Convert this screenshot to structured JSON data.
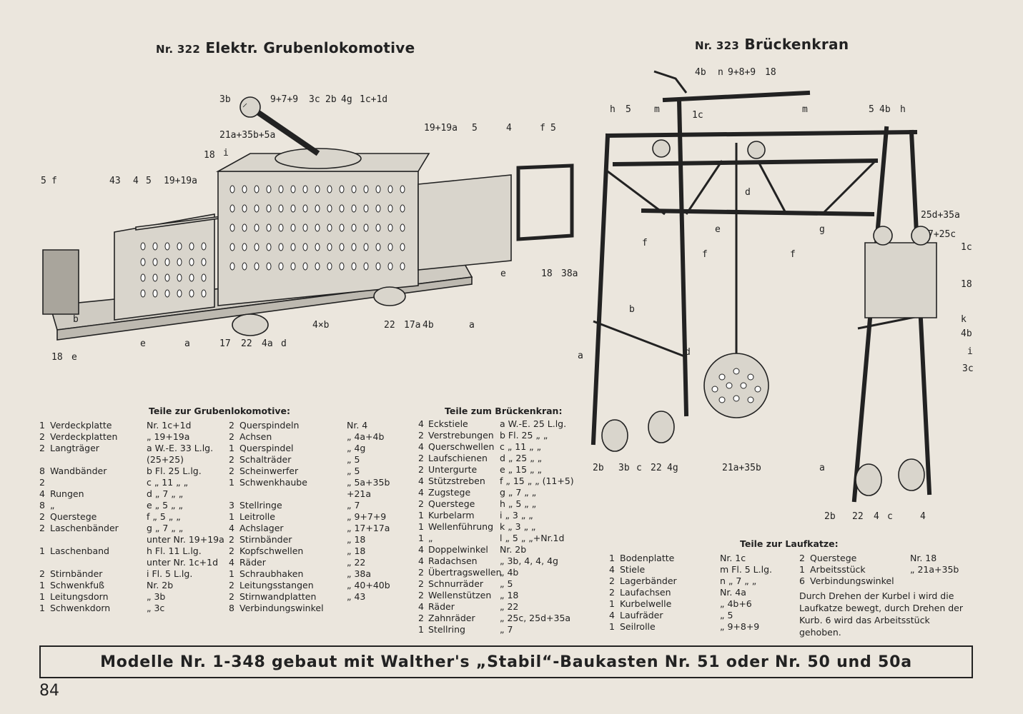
{
  "loco": {
    "nr": "Nr. 322",
    "title": "Elektr. Grubenlokomotive",
    "labels": [
      "3b",
      "9+7+9",
      "3c",
      "2b",
      "4g",
      "1c+1d",
      "21a+35b+5a",
      "18",
      "i",
      "19+19a",
      "5",
      "4",
      "f",
      "5",
      "5",
      "f",
      "43",
      "4",
      "5",
      "19+19a",
      "4×b",
      "22",
      "17a",
      "4b",
      "a",
      "18",
      "38a",
      "e",
      "e",
      "a",
      "17",
      "22",
      "4a",
      "d",
      "18",
      "e",
      "b"
    ]
  },
  "crane": {
    "nr": "Nr. 323",
    "title": "Brückenkran",
    "labels": [
      "4b",
      "n",
      "9+8+9",
      "18",
      "h",
      "5",
      "m",
      "1c",
      "m",
      "5",
      "4b",
      "h",
      "d",
      "e",
      "g",
      "f",
      "f",
      "f",
      "b",
      "d",
      "a",
      "25d+35a",
      "7+25c",
      "1c",
      "18",
      "k",
      "4b",
      "i",
      "3c",
      "2b",
      "3b",
      "c",
      "22",
      "4g",
      "21a+35b",
      "a",
      "2b",
      "22",
      "4",
      "c",
      "4"
    ]
  },
  "parts_loco": {
    "title": "Teile zur Grubenlokomotive:",
    "col1": [
      [
        "1",
        "Verdeckplatte",
        "Nr. 1c+1d"
      ],
      [
        "2",
        "Verdeckplatten",
        "„ 19+19a"
      ],
      [
        "2",
        "Langträger",
        "a W.-E. 33 L.lg."
      ],
      [
        "",
        "",
        "(25+25)"
      ],
      [
        "8",
        "Wandbänder",
        "b Fl. 25 L.lg."
      ],
      [
        "2",
        "",
        "c „ 11 „ „"
      ],
      [
        "4",
        "Rungen",
        "d „ 7 „ „"
      ],
      [
        "8",
        "„",
        "e „ 5 „ „"
      ],
      [
        "2",
        "Querstege",
        "f „ 5 „ „"
      ],
      [
        "2",
        "Laschenbänder",
        "g „ 7 „ „"
      ],
      [
        "",
        "",
        "unter Nr. 19+19a"
      ],
      [
        "1",
        "Laschenband",
        "h Fl. 11 L.lg."
      ],
      [
        "",
        "",
        "unter Nr. 1c+1d"
      ],
      [
        "2",
        "Stirnbänder",
        "i Fl. 5 L.lg."
      ],
      [
        "1",
        "Schwenkfuß",
        "Nr. 2b"
      ],
      [
        "1",
        "Leitungsdorn",
        "„ 3b"
      ],
      [
        "1",
        "Schwenkdorn",
        "„ 3c"
      ]
    ],
    "col2": [
      [
        "2",
        "Querspindeln",
        "Nr. 4"
      ],
      [
        "2",
        "Achsen",
        "„ 4a+4b"
      ],
      [
        "1",
        "Querspindel",
        "„ 4g"
      ],
      [
        "2",
        "Schalträder",
        "„ 5"
      ],
      [
        "2",
        "Scheinwerfer",
        "„ 5"
      ],
      [
        "1",
        "Schwenkhaube",
        "„ 5a+35b"
      ],
      [
        "",
        "",
        "+21a"
      ],
      [
        "3",
        "Stellringe",
        "„ 7"
      ],
      [
        "1",
        "Leitrolle",
        "„ 9+7+9"
      ],
      [
        "4",
        "Achslager",
        "„ 17+17a"
      ],
      [
        "2",
        "Stirnbänder",
        "„ 18"
      ],
      [
        "2",
        "Kopfschwellen",
        "„ 18"
      ],
      [
        "4",
        "Räder",
        "„ 22"
      ],
      [
        "1",
        "Schraubhaken",
        "„ 38a"
      ],
      [
        "2",
        "Leitungsstangen",
        "„ 40+40b"
      ],
      [
        "2",
        "Stirnwandplatten",
        "„ 43"
      ],
      [
        "8",
        "Verbindungswinkel",
        ""
      ]
    ]
  },
  "parts_crane": {
    "title": "Teile zum Brückenkran:",
    "rows": [
      [
        "4",
        "Eckstiele",
        "a W.-E. 25 L.lg."
      ],
      [
        "2",
        "Verstrebungen",
        "b Fl. 25 „ „"
      ],
      [
        "4",
        "Querschwellen",
        "c „ 11 „ „"
      ],
      [
        "2",
        "Laufschienen",
        "d „ 25 „ „"
      ],
      [
        "2",
        "Untergurte",
        "e „ 15 „ „"
      ],
      [
        "4",
        "Stützstreben",
        "f „ 15 „ „ (11+5)"
      ],
      [
        "4",
        "Zugstege",
        "g „ 7 „ „"
      ],
      [
        "2",
        "Querstege",
        "h „ 5 „ „"
      ],
      [
        "1",
        "Kurbelarm",
        "i „ 3 „ „"
      ],
      [
        "1",
        "Wellenführung",
        "k „ 3 „ „"
      ],
      [
        "1",
        "„",
        "l „ 5 „ „+Nr.1d"
      ],
      [
        "4",
        "Doppelwinkel",
        "Nr. 2b"
      ],
      [
        "4",
        "Radachsen",
        "„ 3b, 4, 4, 4g"
      ],
      [
        "2",
        "Übertragswellen",
        "„ 4b"
      ],
      [
        "2",
        "Schnurräder",
        "„ 5"
      ],
      [
        "2",
        "Wellenstützen",
        "„ 18"
      ],
      [
        "4",
        "Räder",
        "„ 22"
      ],
      [
        "2",
        "Zahnräder",
        "„ 25c, 25d+35a"
      ],
      [
        "1",
        "Stellring",
        "„ 7"
      ]
    ]
  },
  "parts_trolley": {
    "title": "Teile zur Laufkatze:",
    "col1": [
      [
        "1",
        "Bodenplatte",
        "Nr. 1c"
      ],
      [
        "4",
        "Stiele",
        "m Fl. 5 L.lg."
      ],
      [
        "2",
        "Lagerbänder",
        "n „ 7 „ „"
      ],
      [
        "2",
        "Laufachsen",
        "Nr. 4a"
      ],
      [
        "1",
        "Kurbelwelle",
        "„ 4b+6"
      ],
      [
        "4",
        "Laufräder",
        "„ 5"
      ],
      [
        "1",
        "Seilrolle",
        "„ 9+8+9"
      ]
    ],
    "col2": [
      [
        "2",
        "Querstege",
        "Nr. 18"
      ],
      [
        "1",
        "Arbeitsstück",
        "„ 21a+35b"
      ],
      [
        "6",
        "Verbindungswinkel",
        ""
      ]
    ],
    "note": "Durch Drehen der Kurbel i wird die Laufkatze bewegt, durch Drehen der Kurb. 6 wird das Arbeitsstück gehoben."
  },
  "footer": "Modelle Nr. 1-348 gebaut mit Walther's „Stabil“-Baukasten Nr. 51 oder Nr. 50 und 50a",
  "page_number": "84",
  "colors": {
    "paper": "#ebe6dd",
    "ink": "#222222",
    "metal": "#d9d5cc"
  }
}
